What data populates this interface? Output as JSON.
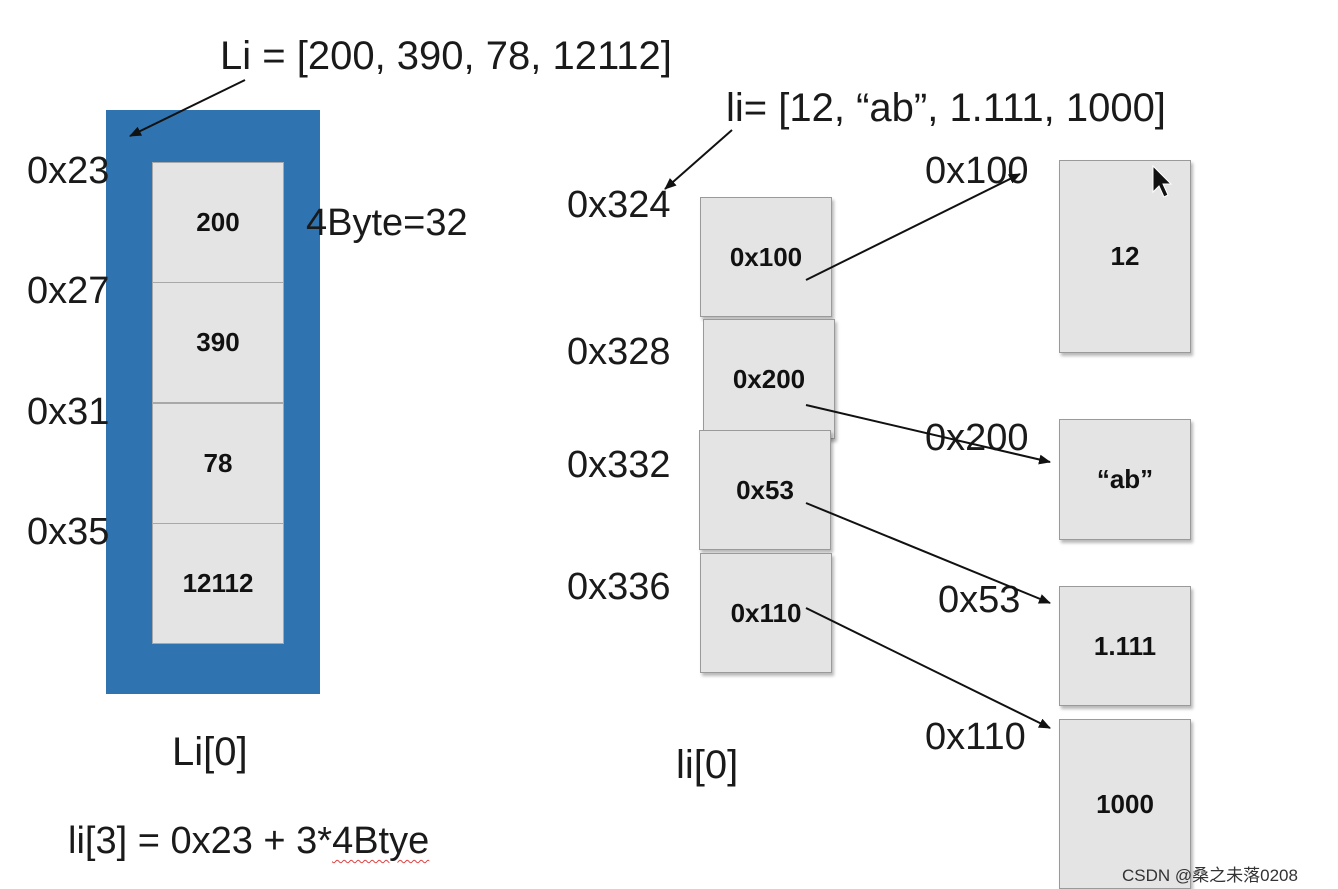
{
  "left": {
    "title": "Li = [200, 390, 78, 12112]",
    "addresses": [
      "0x23",
      "0x27",
      "0x31",
      "0x35"
    ],
    "cells": [
      "200",
      "390",
      "78",
      "12112"
    ],
    "size_note": "4Byte=32",
    "caption": "Li[0]",
    "formula_prefix": "li[3] = 0x23 + 3*",
    "formula_squiggle": "4Btye"
  },
  "right": {
    "title": "li= [12, “ab”, 1.111, 1000]",
    "pointer_addresses": [
      "0x324",
      "0x328",
      "0x332",
      "0x336"
    ],
    "pointer_cells": [
      "0x100",
      "0x200",
      "0x53",
      "0x110"
    ],
    "value_addresses": [
      "0x100",
      "0x200",
      "0x53",
      "0x110"
    ],
    "value_cells": [
      "12",
      "“ab”",
      "1.111",
      "1000"
    ],
    "caption": "li[0]"
  },
  "watermark": "CSDN @桑之未落0208",
  "colors": {
    "panel": "#2f74b0",
    "cell": "#e4e4e4"
  }
}
